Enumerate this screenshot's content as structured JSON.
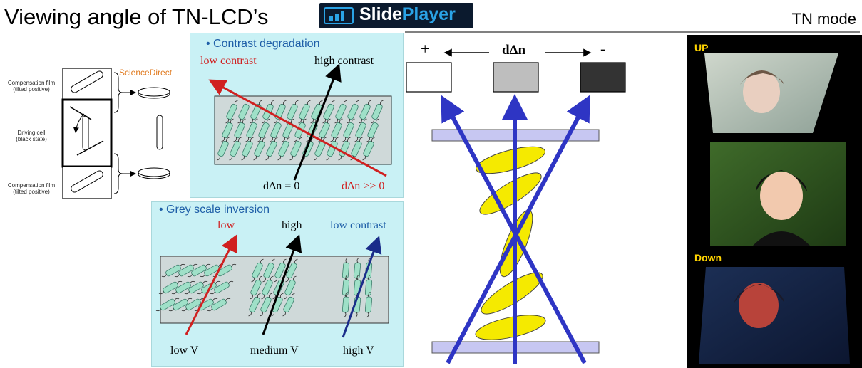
{
  "header": {
    "title": "Viewing angle of TN-LCD’s",
    "logo_text_a": "Slide",
    "logo_text_b": "Player",
    "mode_label": "TN mode"
  },
  "compensation_diagram": {
    "source_label": "ScienceDirect",
    "top_film_label_1": "Compensation film",
    "top_film_label_2": "(tilted positive)",
    "cell_label_1": "Driving cell",
    "cell_label_2": "(black state)",
    "bottom_film_label_1": "Compensation film",
    "bottom_film_label_2": "(tilted positive)"
  },
  "contrast_panel": {
    "title": "• Contrast degradation",
    "low_contrast": "low contrast",
    "high_contrast": "high contrast",
    "dn_zero": "dΔn = 0",
    "dn_large": "dΔn >> 0"
  },
  "grey_panel": {
    "title": "• Grey scale inversion",
    "low": "low",
    "high": "high",
    "low_contrast": "low contrast",
    "low_v": "low V",
    "medium_v": "medium V",
    "high_v": "high V"
  },
  "retardation_diagram": {
    "plus": "+",
    "minus": "-",
    "dn_label": "dΔn",
    "box_colors": [
      "#ffffff",
      "#bebebe",
      "#333333"
    ]
  },
  "photos": {
    "up_label": "UP",
    "down_label": "Down"
  },
  "colors": {
    "panel_bg": "#c9f1f5",
    "arrow_blue": "#2e35c4",
    "lc_yellow": "#f5ea00",
    "plate_lavender": "#c7c7f2",
    "red_arrow": "#d02020",
    "title_blue": "#1f5fa8"
  }
}
